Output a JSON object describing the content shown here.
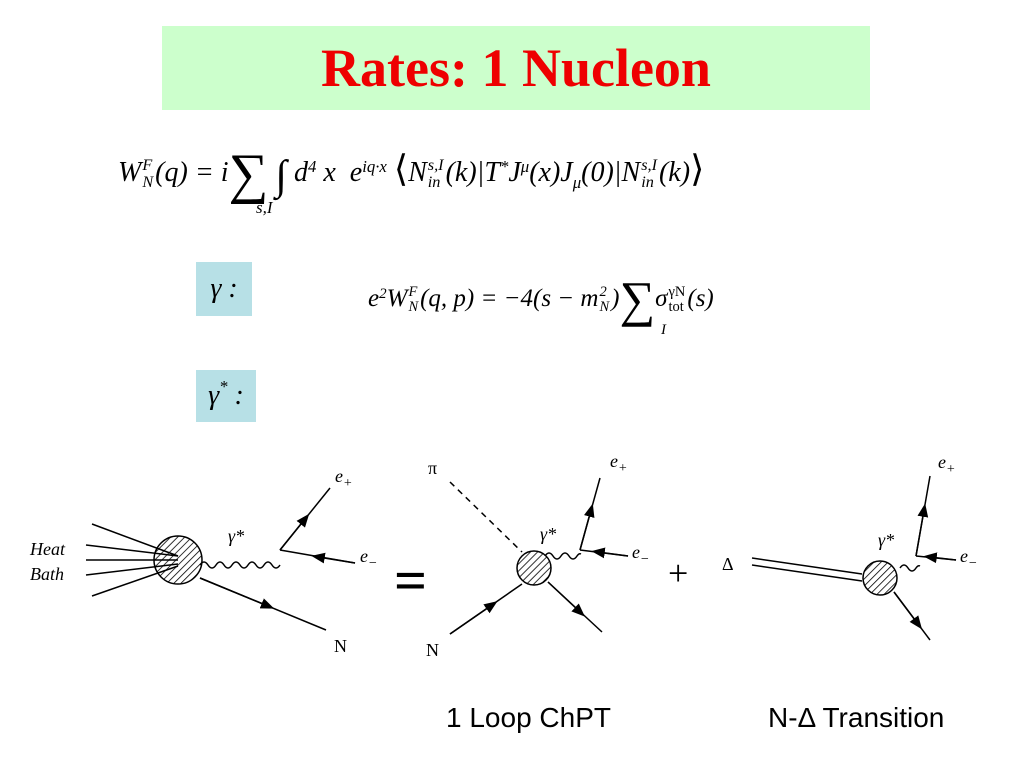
{
  "slide": {
    "title": "Rates: 1 Nucleon"
  },
  "equations": {
    "main": {
      "W": "W",
      "W_sup": "F",
      "W_sub": "N",
      "arg": "(q) = i",
      "sum_symbol": "∑",
      "sum_under": "s,I",
      "integral": "∫",
      "d": "d",
      "d_sup": "4",
      "x": "x  e",
      "exp": "iq·x",
      "bra_open": "⟨",
      "N1": "N",
      "N1_sup": "s,I",
      "N1_sub": "in",
      "k1": "(k)|T",
      "T_sup": "*",
      "J1": "J",
      "J1_sup": "μ",
      "mid": "(x)J",
      "J2_sub": "μ",
      "zero": "(0)|N",
      "N2_sup": "s,I",
      "N2_sub": "in",
      "k2": "(k)",
      "ket_close": "⟩"
    },
    "photon": {
      "e": "e",
      "e_sup": "2",
      "W": "W",
      "W_sup": "F",
      "W_sub": "N",
      "arg": "(q, p) = −4(s − m",
      "m_sup": "2",
      "m_sub": "N",
      "close": ")",
      "sum_symbol": "∑",
      "sum_under": "I",
      "sigma": "σ",
      "sigma_sup": "γN",
      "sigma_sub": "tot",
      "s_arg": "(s)"
    }
  },
  "labels": {
    "gamma_real": "γ :",
    "gamma_virtual": "γ",
    "gamma_virtual_star": "*",
    "gamma_virtual_colon": " :"
  },
  "diagram": {
    "heat_bath_line1": "Heat",
    "heat_bath_line2": "Bath",
    "gamma_star": "γ*",
    "e_plus": "e",
    "e_minus": "e",
    "plus_sub": "+",
    "minus_sub": "−",
    "N": "N",
    "pi": "π",
    "delta": "Δ",
    "equals": "=",
    "plus": "+"
  },
  "captions": {
    "loop": "1 Loop ChPT",
    "transition": "N-Δ Transition"
  }
}
